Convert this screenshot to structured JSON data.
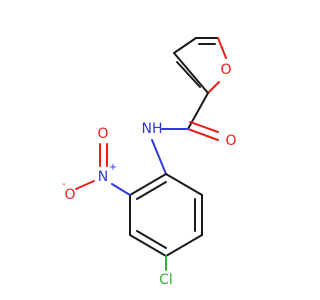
{
  "molecule": {
    "atoms": {
      "furan_o": {
        "label": "O",
        "color": "#e8201a"
      },
      "carbonyl_o": {
        "label": "O",
        "color": "#e8201a"
      },
      "amide_nh": {
        "label": "NH",
        "color": "#3038e0"
      },
      "nitro_n": {
        "label": "N",
        "charge": "+",
        "color": "#3038e0"
      },
      "nitro_o_minus": {
        "label": "O",
        "charge": "-",
        "color": "#e8201a"
      },
      "nitro_o": {
        "label": "O",
        "color": "#e8201a"
      },
      "chlorine": {
        "label": "Cl",
        "color": "#33b133"
      }
    }
  }
}
